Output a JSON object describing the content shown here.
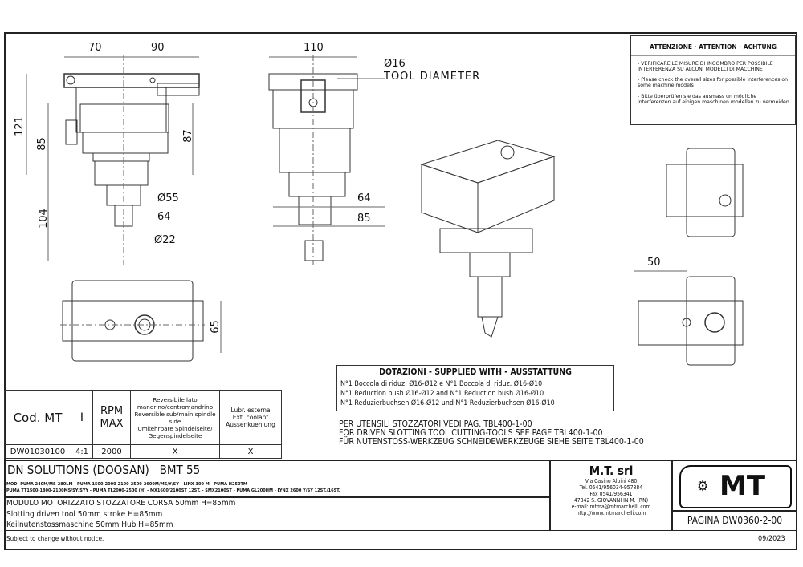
{
  "attention": {
    "title": "ATTENZIONE · ATTENTION · ACHTUNG",
    "items": [
      "- VERIFICARE LE MISURE DI INGOMBRO PER POSSIBILE INTERFERENZA SU ALCUNI MODELLI DI MACCHINE",
      "- Please check the overall sizes for possible interferences on some machine models",
      "- Bitte überprüfen sie das ausmass un mögliche interferenzen auf einigen maschinen modellen zu vermeiden"
    ]
  },
  "dimensions": {
    "front": {
      "w_left": "70",
      "w_right": "90",
      "h_total": "121",
      "h_85": "85",
      "h_87": "87",
      "h_104": "104",
      "d55": "Ø55",
      "w64": "64",
      "d22": "Ø22"
    },
    "side": {
      "w110": "110",
      "d16": "Ø16",
      "tool_diameter": "TOOL DIAMETER",
      "w64": "64",
      "w85": "85"
    },
    "top": {
      "h65": "65"
    },
    "right": {
      "w50": "50"
    }
  },
  "spec_table": {
    "headers": [
      "Cod. MT",
      "I",
      "RPM MAX",
      "Reversibile lato mandrino/contromandrino\nReversible sub/main spindle side\nUmkehrbare Spindelseite/ Gegenspindelseite",
      "Lubr. esterna\nExt. coolant\nAussenkuehlung"
    ],
    "row": [
      "DW01030100",
      "4:1",
      "2000",
      "X",
      "X"
    ]
  },
  "supplied": {
    "title": "DOTAZIONI - SUPPLIED WITH - AUSSTATTUNG",
    "lines": [
      "N°1 Boccola di riduz. Ø16-Ø12 e N°1 Boccola di riduz. Ø16-Ø10",
      "N°1 Reduction bush Ø16-Ø12 and N°1 Reduction bush Ø16-Ø10",
      "N°1 Reduzierbuchsen Ø16-Ø12 und N°1 Reduzierbuchsen Ø16-Ø10"
    ]
  },
  "tools_note": [
    "PER UTENSILI STOZZATORI VEDI PAG. TBL400-1-00",
    "FOR DRIVEN SLOTTING TOOL CUTTING-TOOLS SEE PAGE TBL400-1-00",
    "FÜR NUTENSTOSS-WERKZEUG SCHNEIDEWERKZEUGE SIEHE SEITE TBL400-1-00"
  ],
  "title_block": {
    "machine": "DN SOLUTIONS (DOOSAN)   BMT 55",
    "models": [
      "MOD: PUMA 240M/MS-280LM - PUMA 1500-2000-2100-2500-2600M/MS/Y/SY - LINX 300 M - PUMA H250TM",
      "PUMA TT1500-1800-2100MS/SY/SYY - PUMA TL2000-2500 (H) - MX1600/2100ST 12ST. - SMX2100ST - PUMA GL200HM - LYNX 2600 Y/SY 12ST./16ST."
    ],
    "description": [
      "MODULO MOTORIZZATO STOZZATORE CORSA 50mm H=85mm",
      "Slotting driven tool 50mm stroke H=85mm",
      "Keilnutenstossmaschine 50mm Hub H=85mm"
    ],
    "company": {
      "name": "M.T. srl",
      "lines": [
        "Via Casino Albini 480",
        "Tel. 0541/956034-957884",
        "Fax 0541/956341",
        "47842 S. GIOVANNI IN M. (RN)",
        "e-mail: mtma@mtmarchelli.com",
        "http://www.mtmarchelli.com"
      ]
    },
    "logo_text": "MT",
    "page": "PAGINA DW0360-2-00"
  },
  "footer": {
    "disclaimer": "Subject to change without notice.",
    "date": "09/2023"
  }
}
